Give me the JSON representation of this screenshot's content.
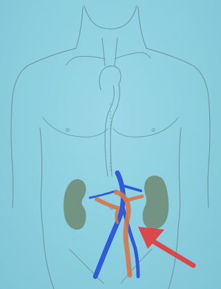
{
  "diagram": {
    "subject": "torso",
    "structures": [
      "body-outline",
      "aortic-arch",
      "descending-aorta",
      "left-kidney",
      "right-kidney",
      "inferior-vena-cava",
      "abdominal-aorta",
      "renal-vessels"
    ],
    "colors": {
      "background": "#8fd0df",
      "outline": "#6f9aa6",
      "kidney": "#6f8a72",
      "vein": "#2f5bd9",
      "artery": "#d4764a",
      "arrow": "#e23a3a"
    },
    "arrow": {
      "color": "#e23a3a",
      "points_to": "abdominal-aorta"
    }
  }
}
